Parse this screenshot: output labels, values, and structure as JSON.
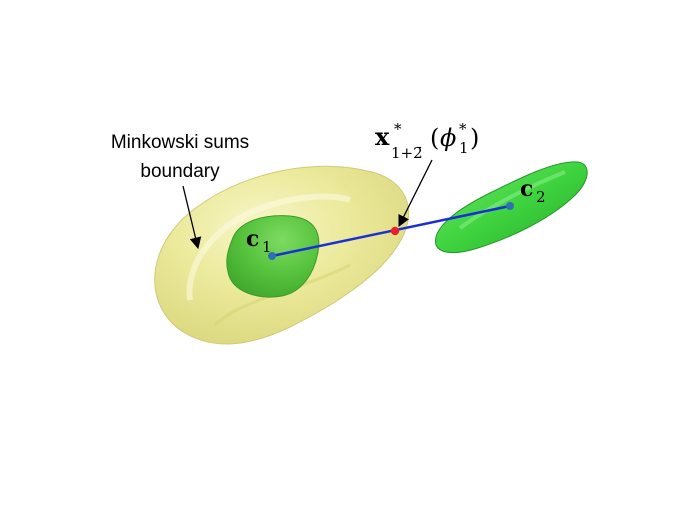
{
  "annotation": {
    "line1": "Minkowski sums",
    "line2": "boundary"
  },
  "labels": {
    "c1_base": "c",
    "c1_sub": "1",
    "c2_base": "c",
    "c2_sub": "2",
    "x_base": "x",
    "x_sup": "*",
    "x_sub": "1+2̄",
    "x_arg_open": "(",
    "phi": "ϕ",
    "phi_sup": "*",
    "phi_sub": "1",
    "x_arg_close": ")"
  },
  "colors": {
    "minkowski_surface": "#ecea9c",
    "body1": "#5ec94a",
    "body2": "#3fd33f",
    "center_point": "#2e6fb5",
    "segment": "#1a2fd6",
    "contact_point": "#e8222a"
  },
  "icons": {
    "annotation_arrow": "arrow-down-icon",
    "label_arrow": "arrow-down-icon"
  }
}
